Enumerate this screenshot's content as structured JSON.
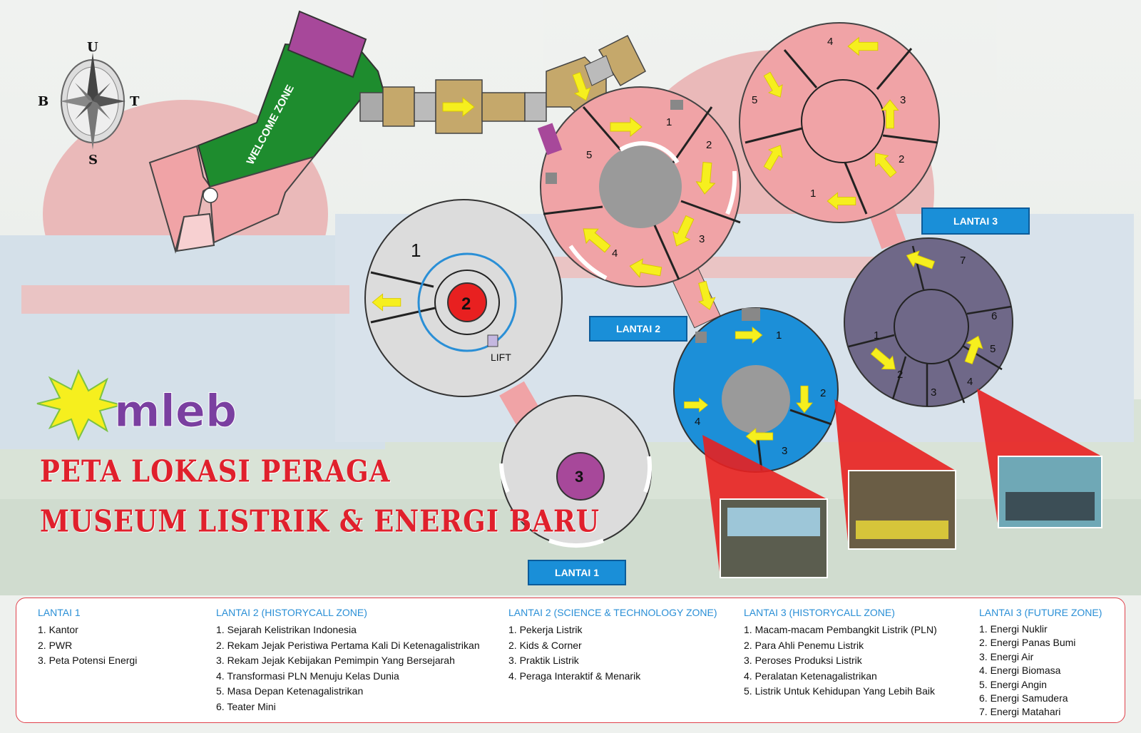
{
  "compass": {
    "north": "U",
    "south": "S",
    "east": "T",
    "west": "B"
  },
  "logo_text": "mleb",
  "title": {
    "line1": "PETA LOKASI PERAGA",
    "line2": "MUSEUM LISTRIK & ENERGI BARU"
  },
  "welcome_zone": "WELCOME ZONE",
  "floor_labels": {
    "lantai1": "LANTAI 1",
    "lantai2": "LANTAI 2",
    "lantai3": "LANTAI 3"
  },
  "lift_label": "LIFT",
  "room_numbers": {
    "l1_circle": [
      "1",
      "2",
      "3"
    ],
    "history2": [
      "1",
      "2",
      "3",
      "4",
      "5"
    ],
    "science2": [
      "1",
      "2",
      "3",
      "4"
    ],
    "history3": [
      "1",
      "2",
      "3",
      "4",
      "5"
    ],
    "future3": [
      "1",
      "2",
      "3",
      "4",
      "5",
      "6",
      "7"
    ]
  },
  "colors": {
    "pink": "#f0a3a6",
    "green": "#1e8c2e",
    "purple": "#a7489a",
    "tan": "#c5a86b",
    "blue": "#1c8fd8",
    "violet": "#6f6888",
    "gray": "#a6a6a6",
    "red": "#e82020",
    "yellow": "#f6ef1e",
    "title_red": "#e0202c",
    "legend_blue": "#2a8fd6"
  },
  "legend": {
    "col1": {
      "title": "LANTAI 1",
      "items": [
        "1. Kantor",
        "2. PWR",
        "3. Peta Potensi Energi"
      ]
    },
    "col2": {
      "title": "LANTAI 2 (HISTORYCALL ZONE)",
      "items": [
        "1. Sejarah Kelistrikan Indonesia",
        "2. Rekam Jejak Peristiwa Pertama Kali Di Ketenagalistrikan",
        "3. Rekam Jejak Kebijakan Pemimpin Yang Bersejarah",
        "4. Transformasi PLN Menuju Kelas Dunia",
        "5. Masa Depan Ketenagalistrikan",
        "6. Teater Mini"
      ]
    },
    "col3": {
      "title": "LANTAI 2 (SCIENCE & TECHNOLOGY  ZONE)",
      "items": [
        "1. Pekerja Listrik",
        "2. Kids & Corner",
        "3. Praktik Listrik",
        "4. Peraga Interaktif & Menarik"
      ]
    },
    "col4": {
      "title": "LANTAI 3 (HISTORYCALL  ZONE)",
      "items": [
        "1. Macam-macam Pembangkit Listrik (PLN)",
        "2. Para Ahli Penemu Listrik",
        "3. Peroses Produksi Listrik",
        "4. Peralatan Ketenagalistrikan",
        "5. Listrik Untuk Kehidupan Yang Lebih Baik"
      ]
    },
    "col5": {
      "title": "LANTAI 3 (FUTURE  ZONE)",
      "items": [
        "1. Energi Nuklir",
        "2. Energi Panas Bumi",
        "3. Energi Air",
        "4. Energi Biomasa",
        "5. Energi Angin",
        "6. Energi Samudera",
        "7. Energi Matahari"
      ]
    }
  }
}
